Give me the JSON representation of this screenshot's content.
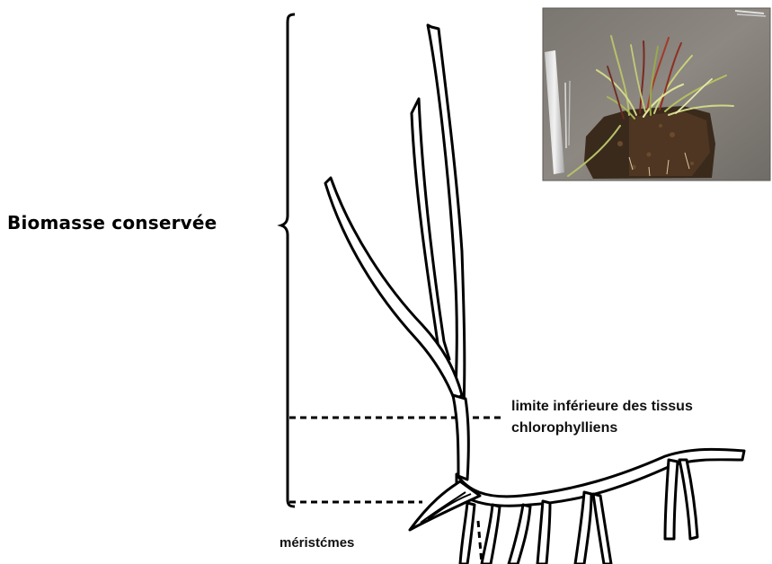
{
  "labels": {
    "biomass": "Biomasse conservée",
    "limit_line1": "limite inférieure des tissus",
    "limit_line2": "chlorophylliens",
    "meristems": "méristćmes"
  },
  "colors": {
    "ink": "#000000",
    "background": "#ffffff"
  }
}
